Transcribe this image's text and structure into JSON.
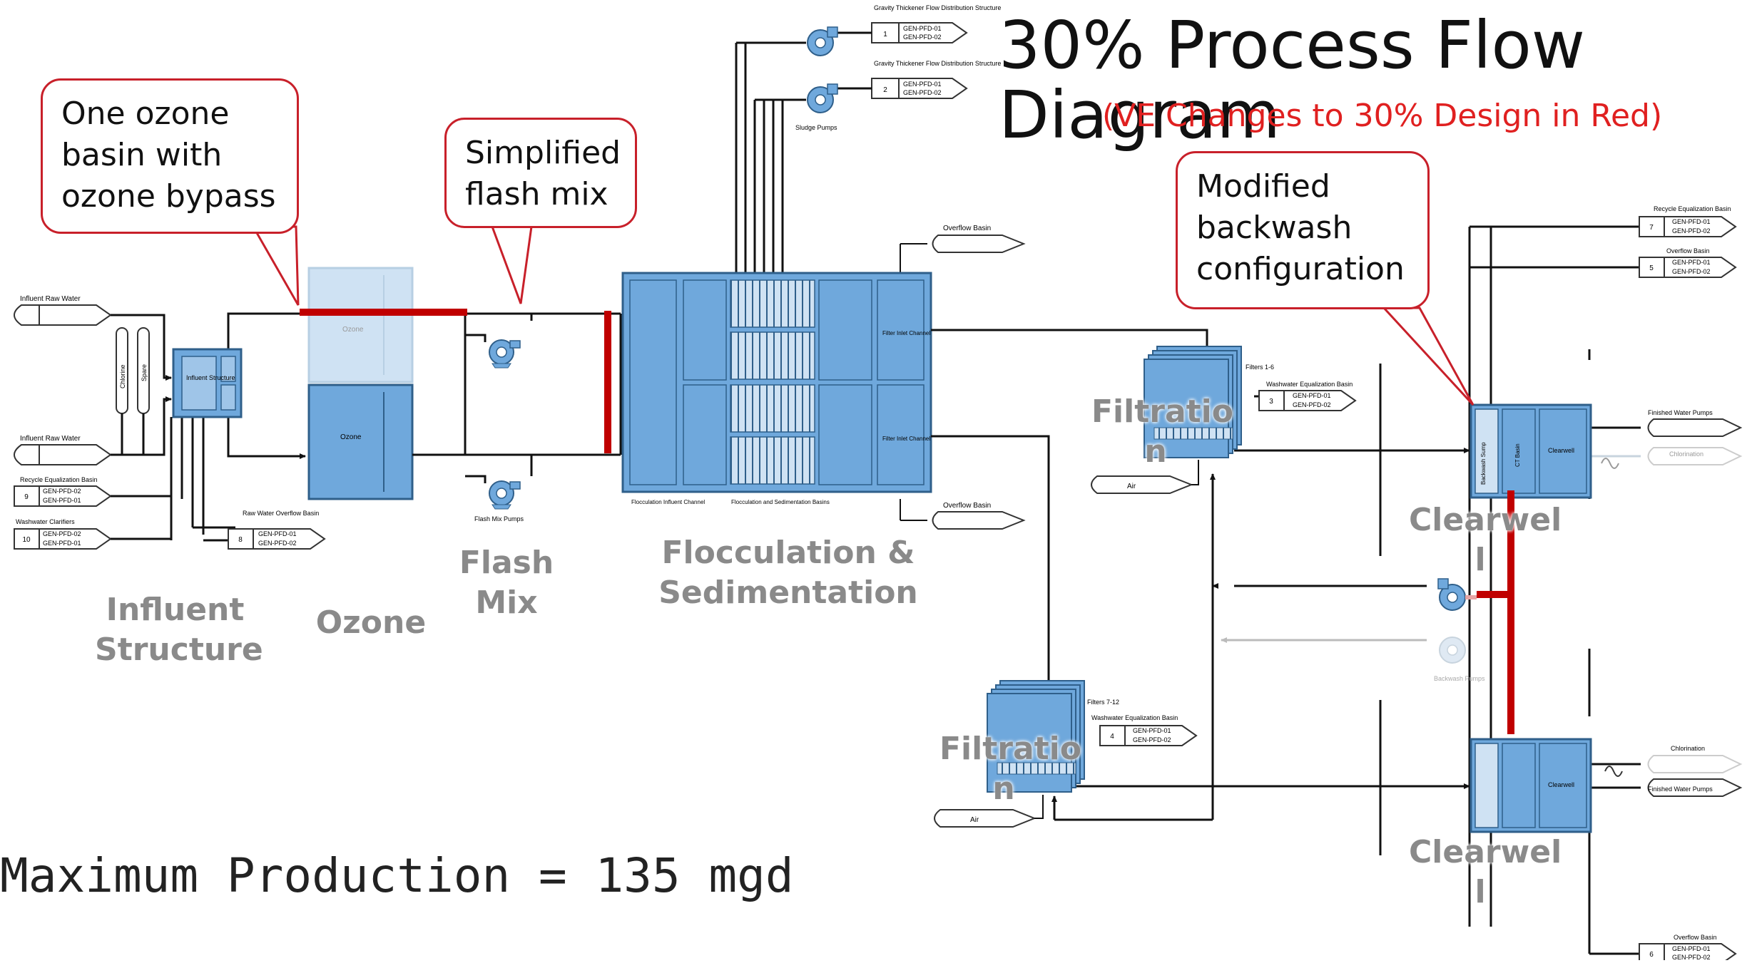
{
  "title": {
    "line1": "30% Process Flow",
    "line2": "Diagram"
  },
  "subtitle": "(VE Changes to 30% Design in Red)",
  "callouts": {
    "ozone": [
      "One ozone",
      "basin with",
      "ozone bypass"
    ],
    "flash": [
      "Simplified",
      "flash mix"
    ],
    "backwash": [
      "Modified",
      "backwash",
      "configuration"
    ]
  },
  "areas": {
    "influent": [
      "Influent",
      "Structure"
    ],
    "ozone": [
      "Ozone"
    ],
    "flash": [
      "Flash",
      "Mix"
    ],
    "flocsed": [
      "Flocculation &",
      "Sedimentation"
    ],
    "filtration1": [
      "Filtratio",
      "n"
    ],
    "filtration2": [
      "Filtratio",
      "n"
    ],
    "clearwell1": [
      "Clearwel",
      "l"
    ],
    "clearwell2": [
      "Clearwel",
      "l"
    ]
  },
  "max_production": "Maximum Production = 135 mgd",
  "diagram_labels": {
    "influent_raw_water_1": "Influent Raw Water",
    "influent_raw_water_2": "Influent Raw Water",
    "influent_structure": "Influent Structure",
    "chlorine": "Chlorine",
    "spare": "Spare",
    "ozone_top": "Ozone",
    "ozone_bottom": "Ozone",
    "recycle_eq": "Recycle Equalization Basin",
    "washwater_clarifiers": "Washwater Clarifiers",
    "raw_water_overflow": "Raw Water Overflow Basin",
    "flash_mix_pumps": "Flash Mix Pumps",
    "sludge_pumps": "Sludge Pumps",
    "gravity_thickener_1": "Gravity Thickener Flow Distribution Structure",
    "gravity_thickener_2": "Gravity Thickener Flow Distribution Structure",
    "overflow_basin_top": "Overflow Basin",
    "overflow_basin_mid": "Overflow Basin",
    "floc_influent_channel": "Flocculation Influent Channel",
    "floc_sed_basins": "Flocculation and Sedimentation Basins",
    "filter_inlet_channel_1": "Filter Inlet Channel",
    "filter_inlet_channel_2": "Filter Inlet Channel",
    "filters_1_6": "Filters 1-6",
    "filters_7_12": "Filters 7-12",
    "washwater_eq_1": "Washwater Equalization Basin",
    "washwater_eq_2": "Washwater Equalization Basin",
    "air_1": "Air",
    "air_2": "Air",
    "recycle_eq_right": "Recycle Equalization Basin",
    "overflow_right_1": "Overflow Basin",
    "finished_water_1": "Finished Water Pumps",
    "chlorination_1": "Chlorination",
    "clearwell_1": "Clearwell",
    "clearwell_2": "Clearwell",
    "chlorination_2": "Chlorination",
    "finished_water_2": "Finished Water Pumps",
    "backwash_pumps": "Backwash Pumps",
    "overflow_bottom": "Overflow Basin",
    "backwash_sump": "Backwash Sump",
    "ct_basin": "CT Basin"
  },
  "offpage": {
    "gt1": {
      "num": "1",
      "refs": [
        "GEN-PFD-01",
        "GEN-PFD-02"
      ]
    },
    "gt2": {
      "num": "2",
      "refs": [
        "GEN-PFD-01",
        "GEN-PFD-02"
      ]
    },
    "recycle": {
      "num": "9",
      "refs": [
        "GEN-PFD-02",
        "GEN-PFD-01"
      ]
    },
    "washclar": {
      "num": "10",
      "refs": [
        "GEN-PFD-02",
        "GEN-PFD-01"
      ]
    },
    "rawovf": {
      "num": "8",
      "refs": [
        "GEN-PFD-01",
        "GEN-PFD-02"
      ]
    },
    "wweq1": {
      "num": "3",
      "refs": [
        "GEN-PFD-01",
        "GEN-PFD-02"
      ]
    },
    "wweq2": {
      "num": "4",
      "refs": [
        "GEN-PFD-01",
        "GEN-PFD-02"
      ]
    },
    "receq": {
      "num": "7",
      "refs": [
        "GEN-PFD-01",
        "GEN-PFD-02"
      ]
    },
    "ovf5": {
      "num": "5",
      "refs": [
        "GEN-PFD-01",
        "GEN-PFD-02"
      ]
    },
    "ovf6": {
      "num": "6",
      "refs": [
        "GEN-PFD-01",
        "GEN-PFD-02"
      ]
    }
  },
  "colors": {
    "tank_fill": "#6fa8dc",
    "tank_stroke": "#2f5f8a",
    "ve_red": "#c00000",
    "pipe": "#111111",
    "faded": "#c8d4de"
  }
}
